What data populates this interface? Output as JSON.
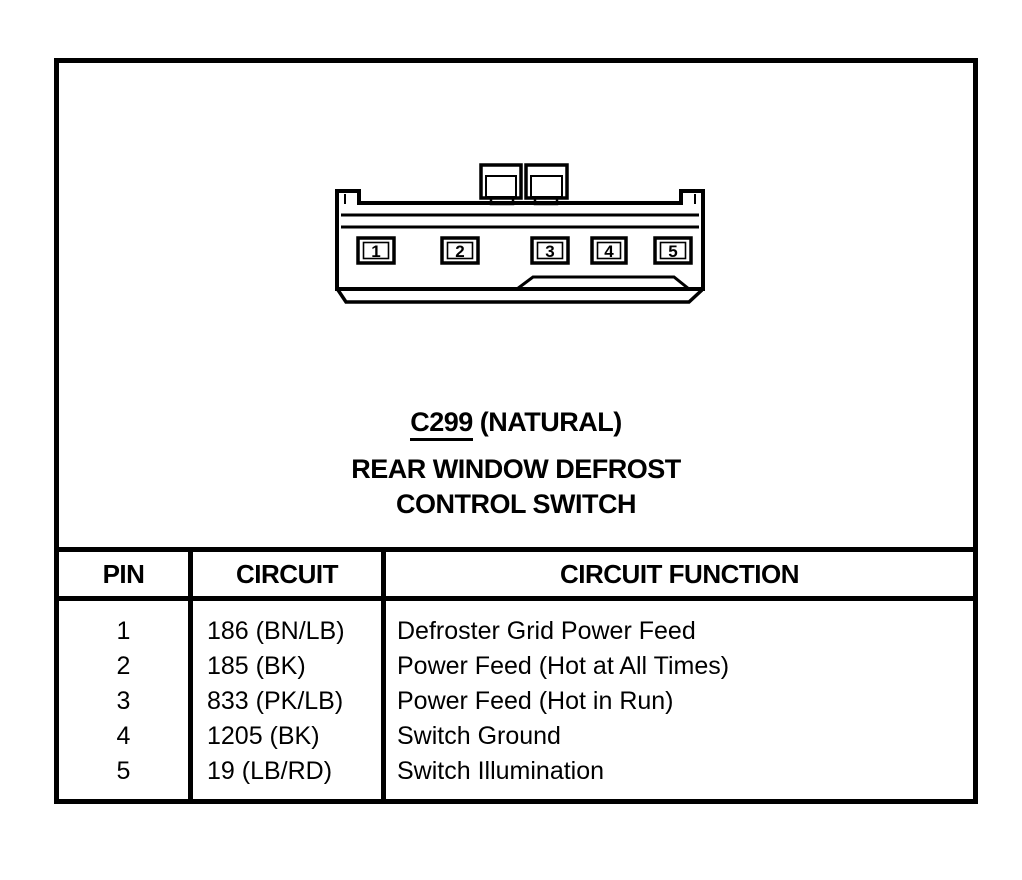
{
  "palette": {
    "ink": "#000000",
    "paper": "#ffffff"
  },
  "connector": {
    "id": "C299",
    "color_note": "(NATURAL)",
    "name_line1": "REAR WINDOW DEFROST",
    "name_line2": "CONTROL SWITCH",
    "pins": [
      "1",
      "2",
      "3",
      "4",
      "5"
    ]
  },
  "pinout_table": {
    "headers": {
      "pin": "PIN",
      "circuit": "CIRCUIT",
      "function": "CIRCUIT FUNCTION"
    },
    "rows": [
      {
        "pin": "1",
        "circuit": "186 (BN/LB)",
        "function": "Defroster Grid Power Feed"
      },
      {
        "pin": "2",
        "circuit": "185 (BK)",
        "function": "Power Feed (Hot at All Times)"
      },
      {
        "pin": "3",
        "circuit": "833 (PK/LB)",
        "function": "Power Feed (Hot in Run)"
      },
      {
        "pin": "4",
        "circuit": "1205 (BK)",
        "function": "Switch Ground"
      },
      {
        "pin": "5",
        "circuit": "19 (LB/RD)",
        "function": "Switch Illumination"
      }
    ]
  }
}
